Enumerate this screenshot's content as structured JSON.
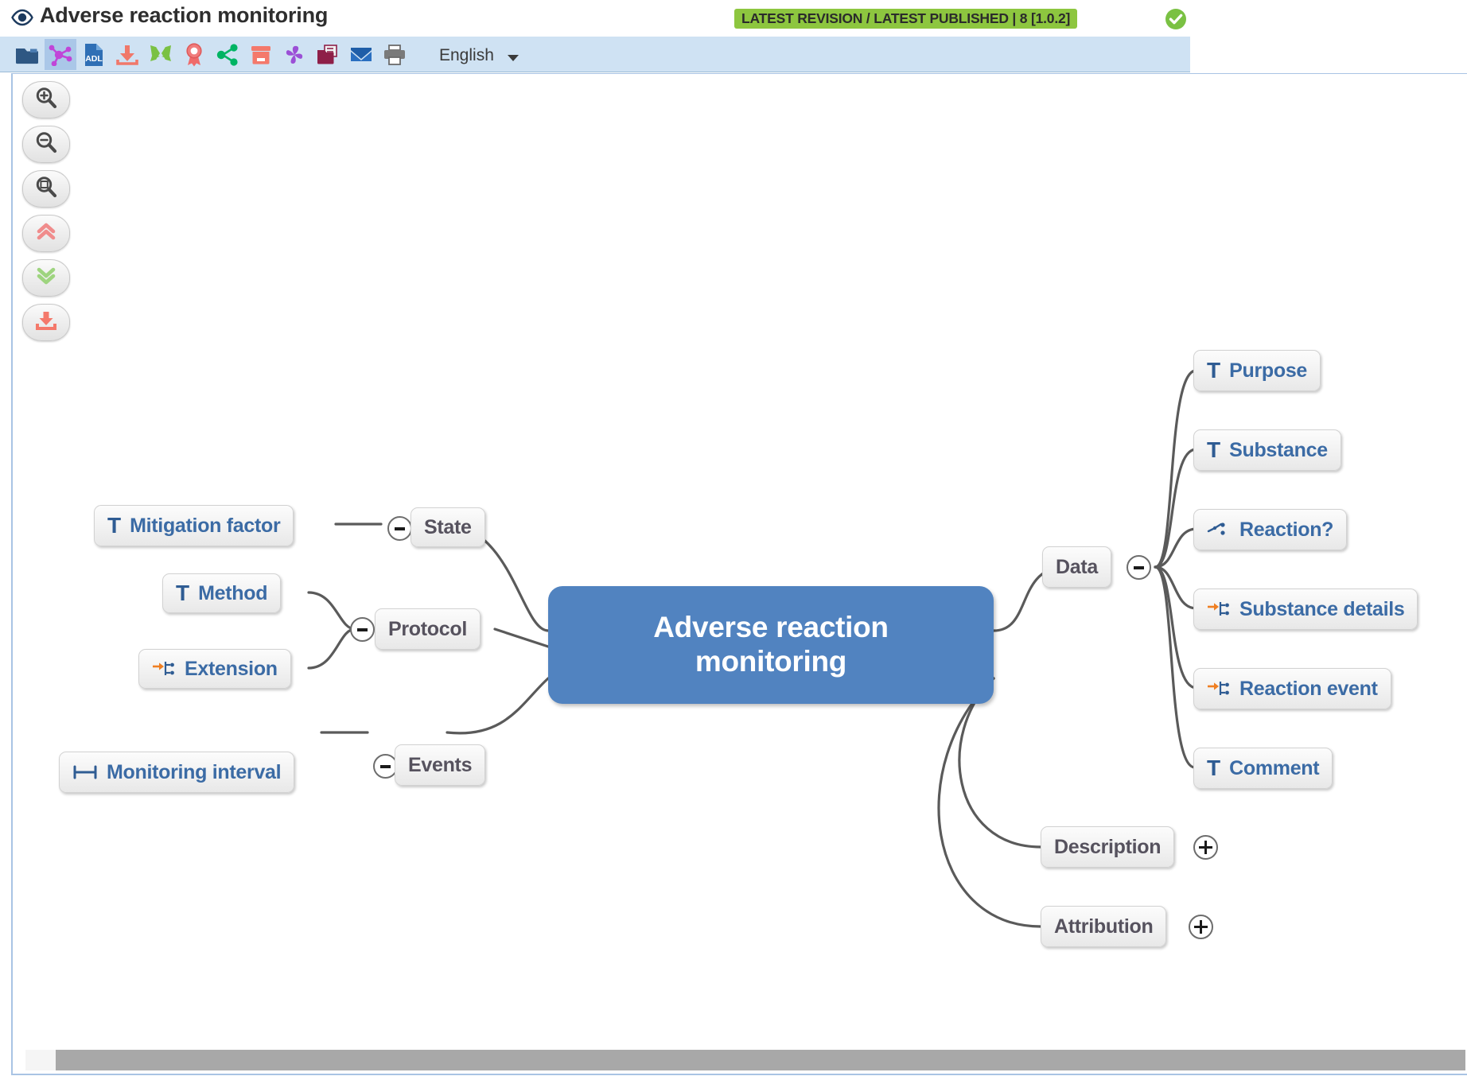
{
  "header": {
    "eye_icon": "eye-icon",
    "title": "Adverse reaction monitoring",
    "revision_badge": "LATEST REVISION / LATEST PUBLISHED | 8 [1.0.2]",
    "revision_check_icon": "green-check-circle-icon"
  },
  "toolbar": {
    "buttons": [
      {
        "name": "folder-icon",
        "title": "Folder",
        "active": false
      },
      {
        "name": "mindmap-icon",
        "title": "Mind map",
        "active": true
      },
      {
        "name": "adl-file-icon",
        "title": "ADL",
        "active": false
      },
      {
        "name": "download-icon",
        "title": "Download",
        "active": false
      },
      {
        "name": "collapse-arrows-icon",
        "title": "Collapse",
        "active": false
      },
      {
        "name": "rosette-icon",
        "title": "Certified",
        "active": false
      },
      {
        "name": "share-icon",
        "title": "Share",
        "active": false
      },
      {
        "name": "archive-box-icon",
        "title": "Archive",
        "active": false
      },
      {
        "name": "revisions-icon",
        "title": "Revisions",
        "active": false
      },
      {
        "name": "folder-document-icon",
        "title": "Documents",
        "active": false
      },
      {
        "name": "mail-icon",
        "title": "Mail",
        "active": false
      },
      {
        "name": "printer-icon",
        "title": "Print",
        "active": false
      }
    ],
    "language": "English",
    "language_caret_icon": "chevron-down-icon"
  },
  "zoom_rail": [
    {
      "name": "zoom-in-button",
      "icon": "magnifier-plus-icon"
    },
    {
      "name": "zoom-out-button",
      "icon": "magnifier-minus-icon"
    },
    {
      "name": "zoom-reset-button",
      "icon": "magnifier-fit-icon"
    },
    {
      "name": "collapse-all-button",
      "icon": "double-chevron-up-icon"
    },
    {
      "name": "expand-all-button",
      "icon": "double-chevron-down-icon"
    },
    {
      "name": "export-image-button",
      "icon": "download-tray-icon"
    }
  ],
  "mindmap": {
    "root": {
      "label": "Adverse reaction\nmonitoring",
      "line1": "Adverse reaction",
      "line2": "monitoring"
    },
    "branches": [
      {
        "name": "state",
        "label": "State",
        "label_color": "slate",
        "toggle": "-",
        "children": [
          {
            "name": "mitigation-factor",
            "label": "Mitigation factor",
            "icon": "text-T-icon",
            "label_color": "blue"
          }
        ]
      },
      {
        "name": "protocol",
        "label": "Protocol",
        "label_color": "slate",
        "toggle": "-",
        "children": [
          {
            "name": "method",
            "label": "Method",
            "icon": "text-T-icon",
            "label_color": "blue"
          },
          {
            "name": "extension",
            "label": "Extension",
            "icon": "arrow-tree-icon",
            "label_color": "blue"
          }
        ]
      },
      {
        "name": "events",
        "label": "Events",
        "label_color": "slate",
        "toggle": "-",
        "children": [
          {
            "name": "monitoring-interval",
            "label": "Monitoring interval",
            "icon": "interval-icon",
            "label_color": "blue"
          }
        ]
      },
      {
        "name": "data",
        "label": "Data",
        "label_color": "slate",
        "toggle": "-",
        "children": [
          {
            "name": "purpose",
            "label": "Purpose",
            "icon": "text-T-icon",
            "label_color": "blue"
          },
          {
            "name": "substance",
            "label": "Substance",
            "icon": "text-T-icon",
            "label_color": "blue"
          },
          {
            "name": "reaction",
            "label": "Reaction?",
            "icon": "coded-text-icon",
            "label_color": "blue"
          },
          {
            "name": "substance-details",
            "label": "Substance details",
            "icon": "arrow-tree-icon",
            "label_color": "blue"
          },
          {
            "name": "reaction-event",
            "label": "Reaction event",
            "icon": "arrow-tree-icon",
            "label_color": "blue"
          },
          {
            "name": "comment",
            "label": "Comment",
            "icon": "text-T-icon",
            "label_color": "blue"
          }
        ]
      },
      {
        "name": "description",
        "label": "Description",
        "label_color": "slate",
        "toggle": "+",
        "children": []
      },
      {
        "name": "attribution",
        "label": "Attribution",
        "label_color": "slate",
        "toggle": "+",
        "children": []
      }
    ]
  },
  "colors": {
    "root_fill": "#5183c0",
    "badge_green": "#8dc63f",
    "toolbar_bg": "#cfe2f3",
    "node_label_blue": "#3b6ba5",
    "node_label_slate": "#56525e",
    "connector": "#5a5a5a"
  }
}
